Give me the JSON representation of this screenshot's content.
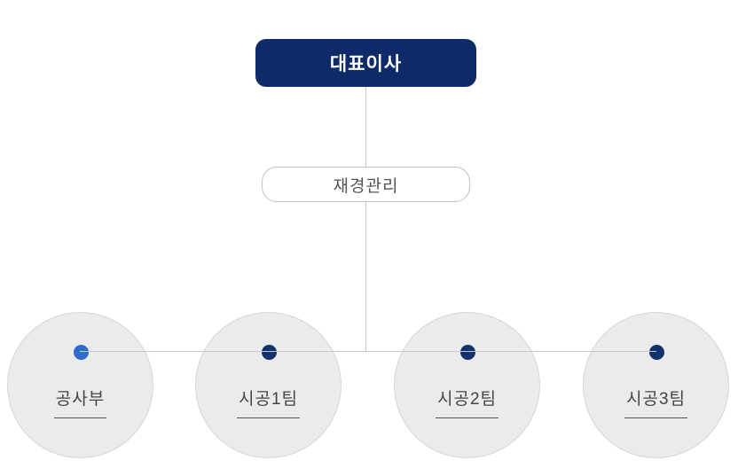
{
  "org_chart": {
    "root": {
      "label": "대표이사",
      "background_color": "#0e2a68",
      "text_color": "#ffffff"
    },
    "middle": {
      "label": "재경관리",
      "border_color": "#c0c0c0",
      "text_color": "#555555"
    },
    "leaves": [
      {
        "label": "공사부",
        "dot_color": "#2e6ad1"
      },
      {
        "label": "시공1팀",
        "dot_color": "#14306d"
      },
      {
        "label": "시공2팀",
        "dot_color": "#14306d"
      },
      {
        "label": "시공3팀",
        "dot_color": "#14306d"
      }
    ],
    "colors": {
      "connector_line": "#c9c9c9",
      "circle_fill": "#ebebeb",
      "circle_border": "#d6d6d6",
      "label_underline": "#555555"
    }
  }
}
